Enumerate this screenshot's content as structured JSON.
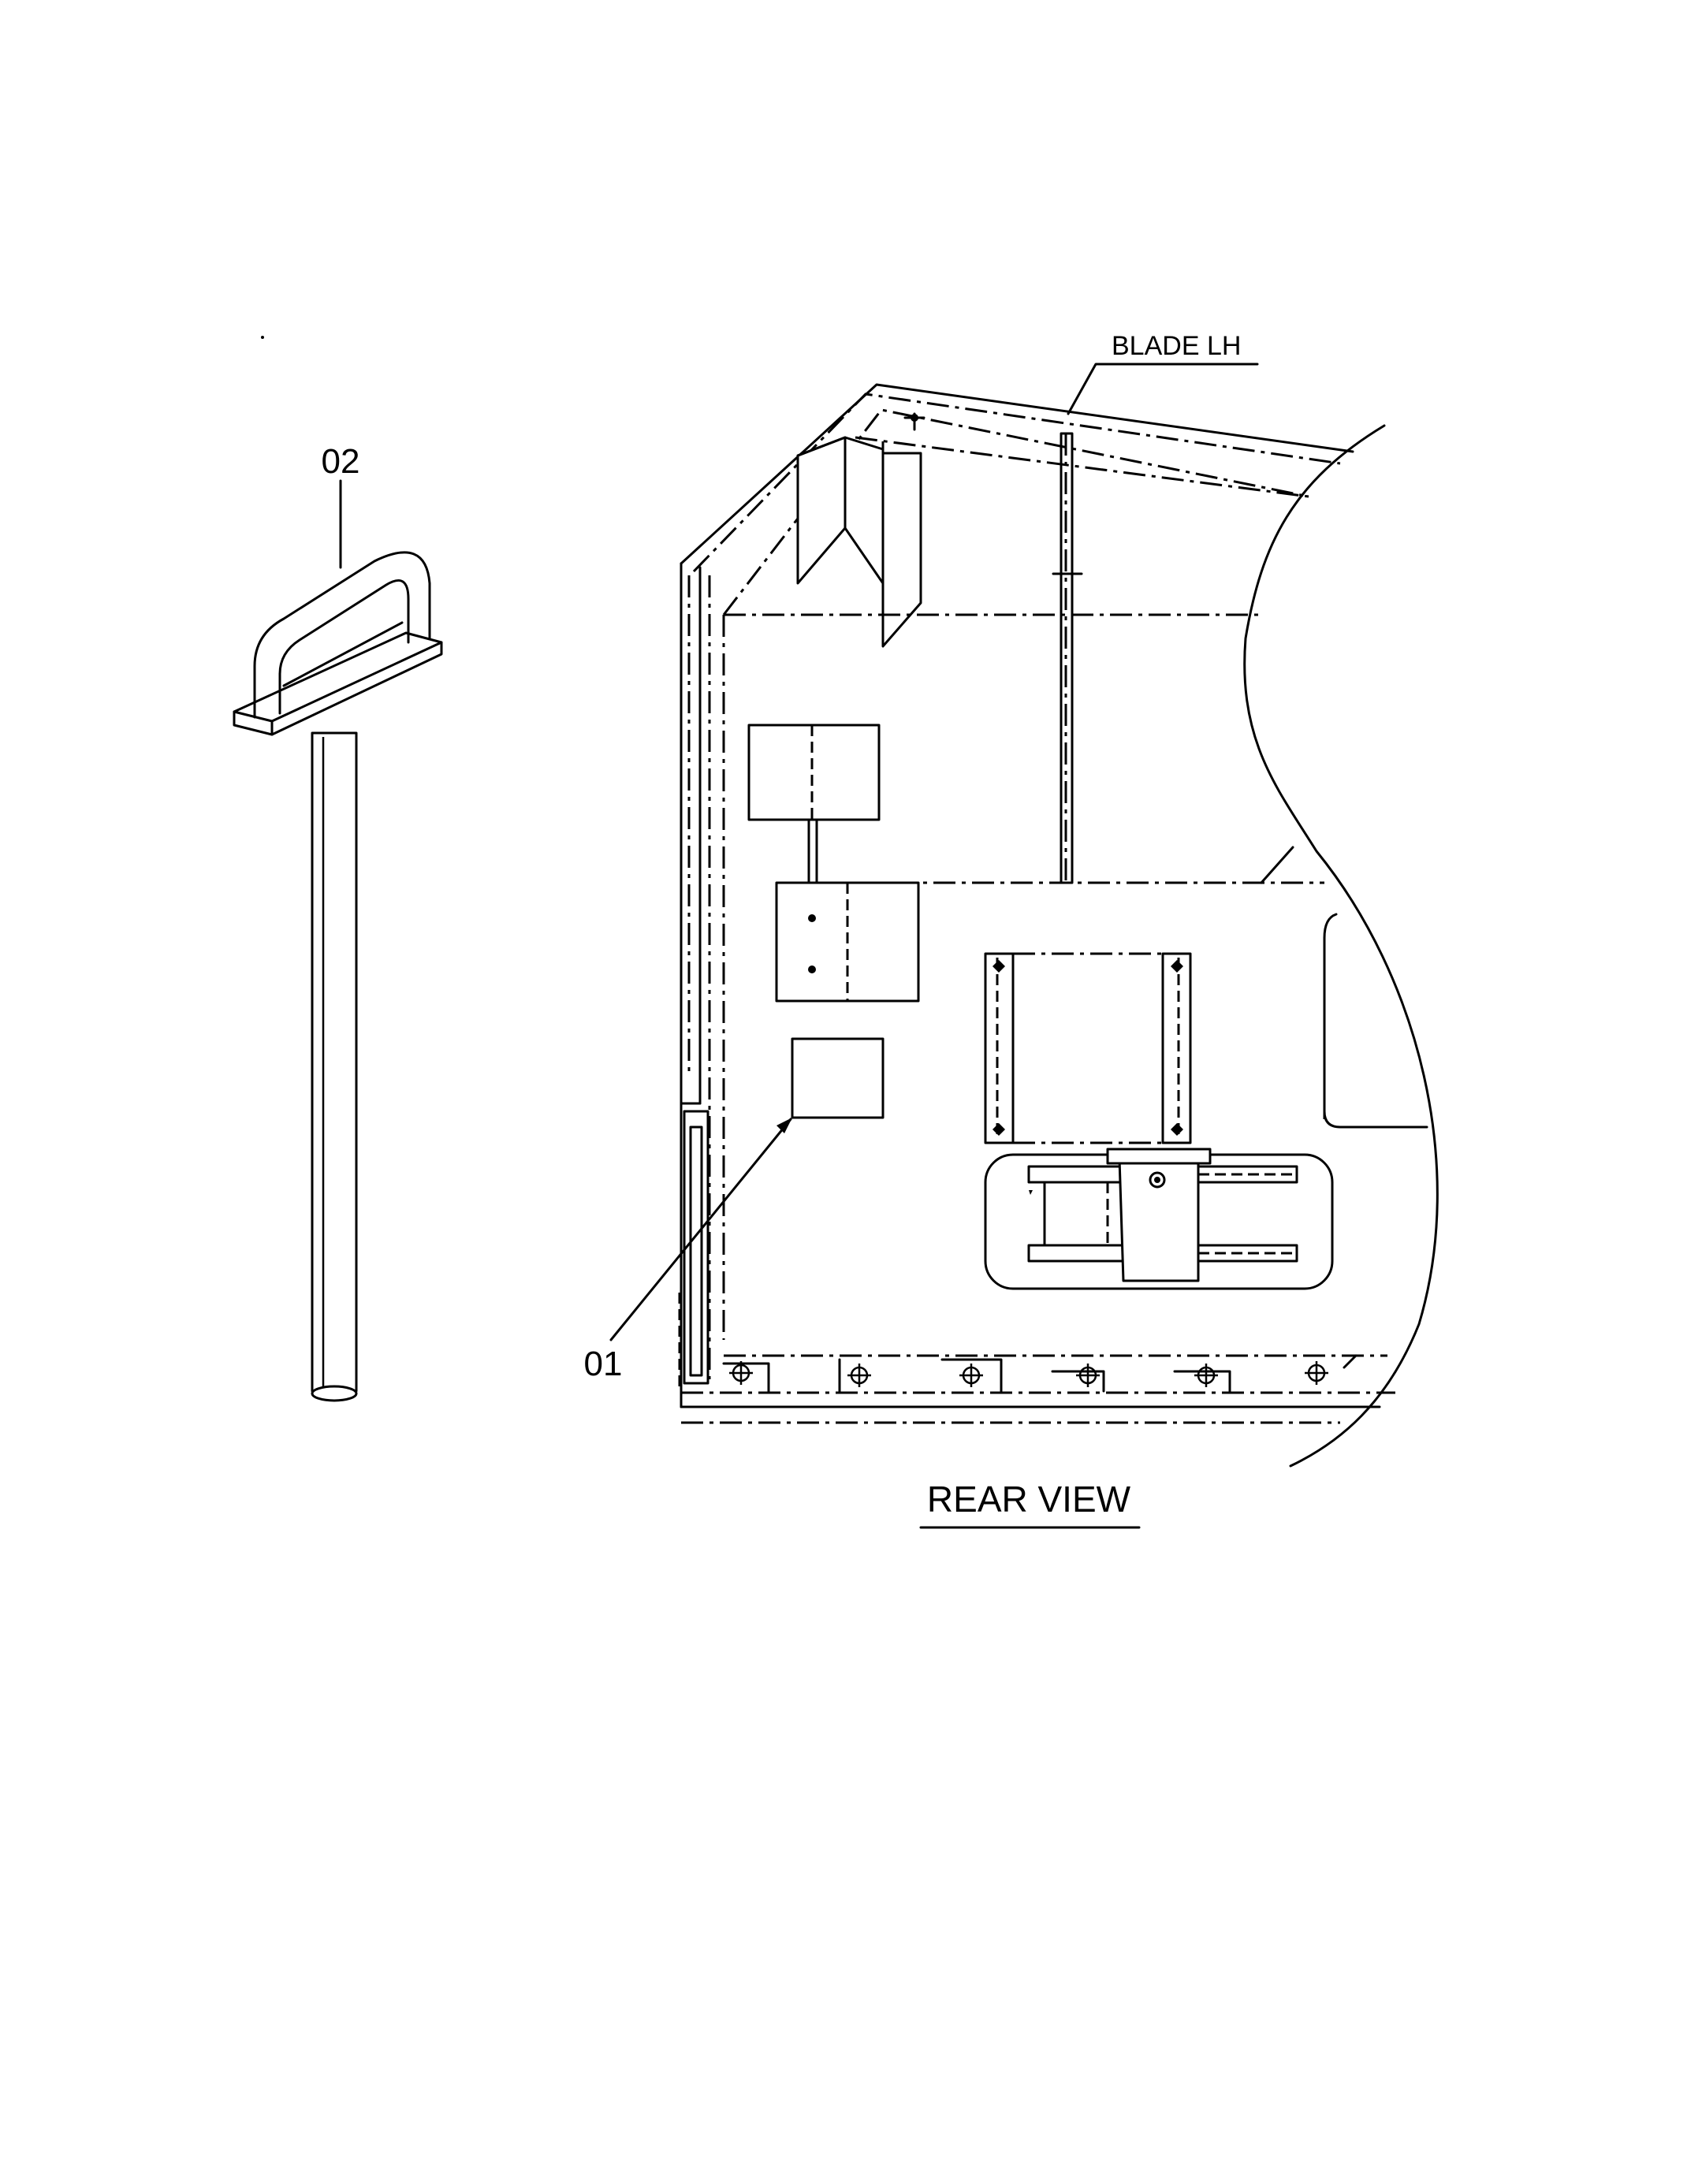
{
  "labels": {
    "part_02": "02",
    "part_01": "01",
    "blade": "BLADE LH",
    "view": "REAR VIEW"
  }
}
